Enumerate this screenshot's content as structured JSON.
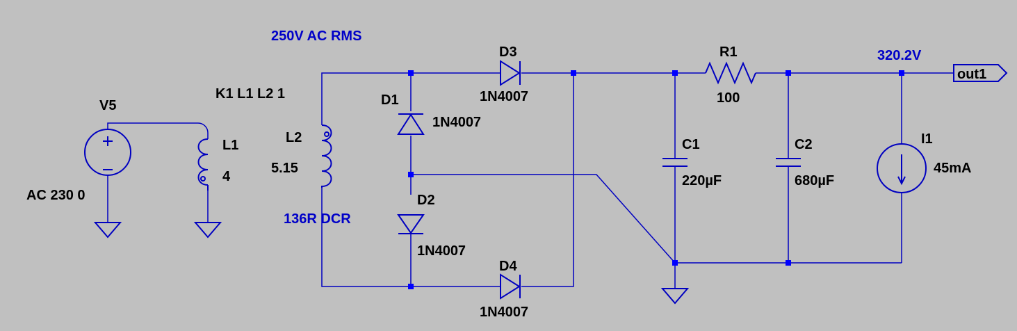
{
  "colors": {
    "background": "#c0c0c0",
    "wire": "#0000c0",
    "junction": "#0000ff",
    "net_label": "#0000c8",
    "text": "#000000"
  },
  "annotations": {
    "ac_rms": "250V AC RMS",
    "dcr": "136R DCR",
    "out_voltage": "320.2V"
  },
  "coupling": {
    "directive": "K1 L1 L2 1"
  },
  "v5": {
    "name": "V5",
    "value": "AC 230 0"
  },
  "l1": {
    "name": "L1",
    "value": "4"
  },
  "l2": {
    "name": "L2",
    "value": "5.15"
  },
  "d1": {
    "name": "D1",
    "model": "1N4007"
  },
  "d2": {
    "name": "D2",
    "model": "1N4007"
  },
  "d3": {
    "name": "D3",
    "model": "1N4007"
  },
  "d4": {
    "name": "D4",
    "model": "1N4007"
  },
  "c1": {
    "name": "C1",
    "value": "220µF"
  },
  "c2": {
    "name": "C2",
    "value": "680µF"
  },
  "r1": {
    "name": "R1",
    "value": "100"
  },
  "i1": {
    "name": "I1",
    "value": "45mA"
  },
  "out": {
    "label": "out1"
  }
}
